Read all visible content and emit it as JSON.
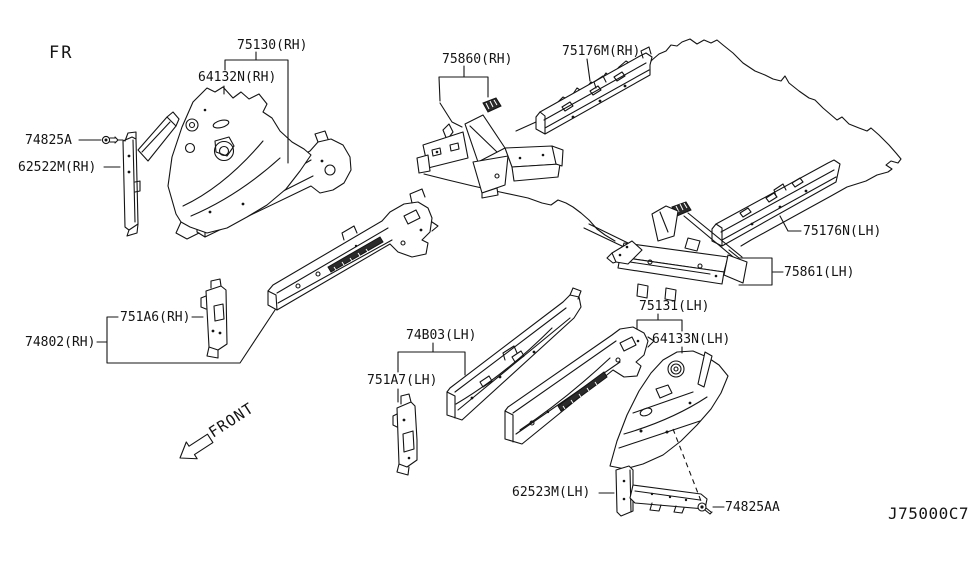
{
  "diagram": {
    "orientation_label": "FR",
    "front_label": "FRONT",
    "corner_code": "J75000C7",
    "colors": {
      "line": "#141414",
      "background": "#ffffff"
    },
    "labels": {
      "p75130": "75130(RH)",
      "p64132n": "64132N(RH)",
      "p74825a": "74825A",
      "p62522m": "62522M(RH)",
      "p75860": "75860(RH)",
      "p75176m": "75176M(RH)",
      "p75176n": "75176N(LH)",
      "p75861": "75861(LH)",
      "p751a6": "751A6(RH)",
      "p74802": "74802(RH)",
      "p74b03": "74B03(LH)",
      "p751a7": "751A7(LH)",
      "p75131": "75131(LH)",
      "p64133n": "64133N(LH)",
      "p62523m": "62523M(LH)",
      "p74825aa": "74825AA"
    }
  }
}
